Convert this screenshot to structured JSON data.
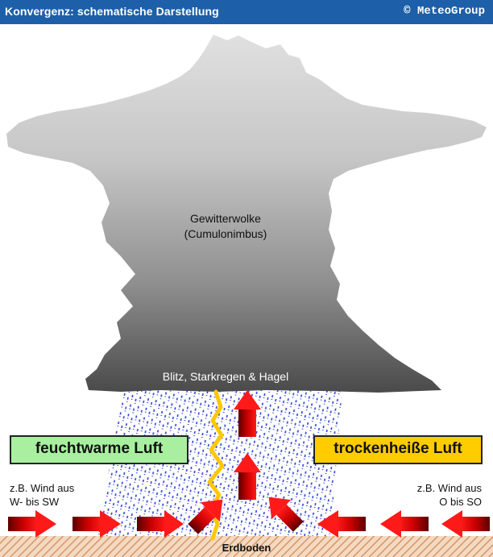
{
  "header": {
    "title": "Konvergenz: schematische Darstellung",
    "copyright": "© MeteoGroup"
  },
  "labels": {
    "cloud_line1": "Gewitterwolke",
    "cloud_line2": "(Cumulonimbus)",
    "storm": "Blitz, Starkregen & Hagel",
    "warm_air": "feuchtwarme Luft",
    "dry_air": "trockenheiße Luft",
    "wind_left_line1": "z.B. Wind aus",
    "wind_left_line2": "W- bis SW",
    "wind_right_line1": "z.B. Wind aus",
    "wind_right_line2": "O bis SO",
    "ground": "Erdboden"
  },
  "colors": {
    "header_bg": "#1d5fa8",
    "warm_box": "#a8f0a0",
    "dry_box": "#ffcc00",
    "arrow_red": "#d40000",
    "rain_blue": "#2b3fd6",
    "lightning": "#ffc800",
    "ground": "#e6b48a"
  }
}
